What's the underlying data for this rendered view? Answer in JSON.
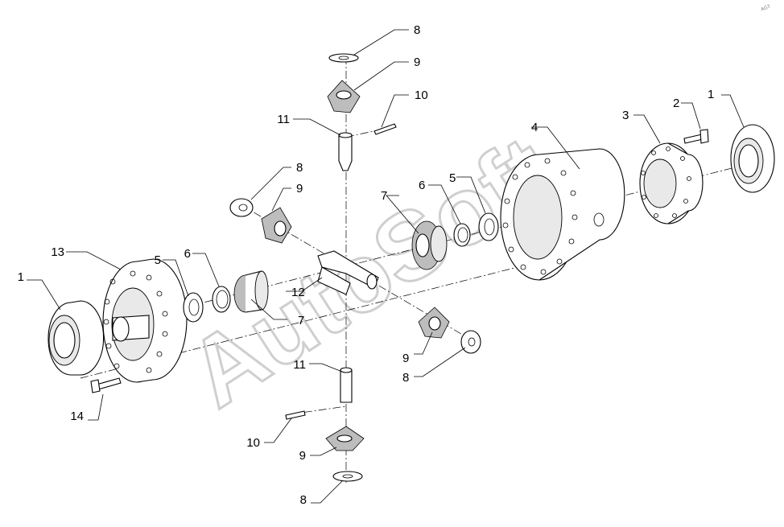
{
  "watermark": "AutoSoft",
  "corner_mark": "AGT",
  "callouts": [
    {
      "id": "c1-left",
      "text": "1"
    },
    {
      "id": "c13",
      "text": "13"
    },
    {
      "id": "c5-left",
      "text": "5"
    },
    {
      "id": "c6-left",
      "text": "6"
    },
    {
      "id": "c7-lower",
      "text": "7"
    },
    {
      "id": "c12",
      "text": "12"
    },
    {
      "id": "c14",
      "text": "14"
    },
    {
      "id": "c8-top",
      "text": "8"
    },
    {
      "id": "c9-top",
      "text": "9"
    },
    {
      "id": "c10-top",
      "text": "10"
    },
    {
      "id": "c11-top",
      "text": "11"
    },
    {
      "id": "c8-left",
      "text": "8"
    },
    {
      "id": "c9-left",
      "text": "9"
    },
    {
      "id": "c7-upper",
      "text": "7"
    },
    {
      "id": "c6-right",
      "text": "6"
    },
    {
      "id": "c5-right",
      "text": "5"
    },
    {
      "id": "c4",
      "text": "4"
    },
    {
      "id": "c3",
      "text": "3"
    },
    {
      "id": "c2",
      "text": "2"
    },
    {
      "id": "c1-right",
      "text": "1"
    },
    {
      "id": "c9-right",
      "text": "9"
    },
    {
      "id": "c8-right",
      "text": "8"
    },
    {
      "id": "c11-bottom",
      "text": "11"
    },
    {
      "id": "c10-bottom",
      "text": "10"
    },
    {
      "id": "c9-bottom",
      "text": "9"
    },
    {
      "id": "c8-bottom",
      "text": "8"
    }
  ]
}
